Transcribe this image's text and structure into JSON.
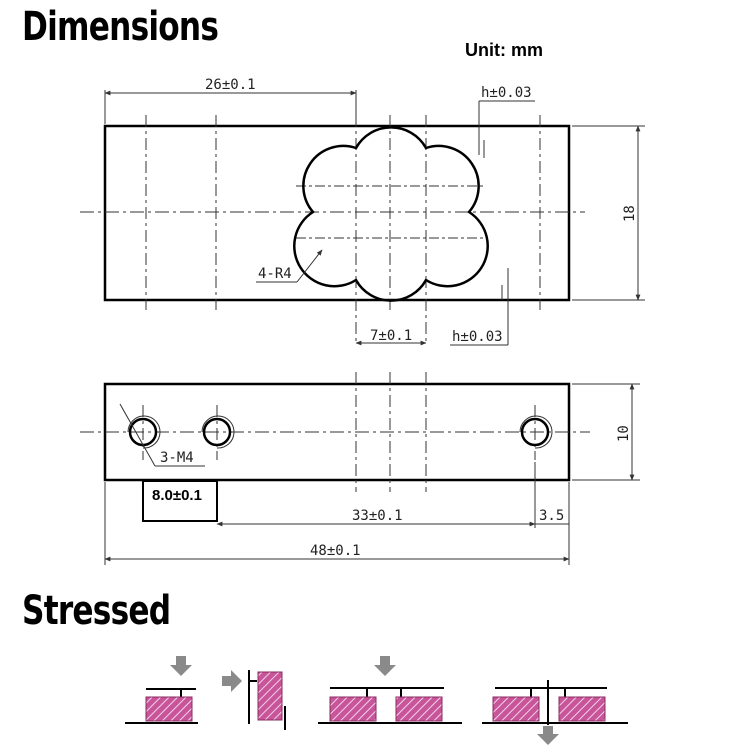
{
  "titles": {
    "dimensions": "Dimensions",
    "stressed": "Stressed",
    "unit": "Unit: mm"
  },
  "top_view": {
    "dim_length": "26±0.1",
    "dim_h_top": "h±0.03",
    "dim_height": "18",
    "dim_radius": "4-R4",
    "dim_hole_spacing": "7±0.1",
    "dim_h_bottom": "h±0.03"
  },
  "side_view": {
    "dim_height": "10",
    "dim_thread": "3-M4",
    "dim_edge": "8.0±0.1",
    "dim_spacing": "33±0.1",
    "dim_end": "3.5",
    "dim_total": "48±0.1"
  },
  "colors": {
    "line": "#000000",
    "dim_line": "#333333",
    "hatch_fill": "#c8559a",
    "arrow": "#8a8a8a"
  }
}
